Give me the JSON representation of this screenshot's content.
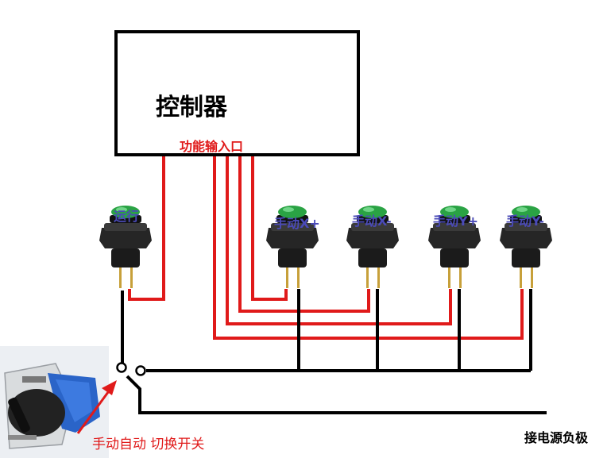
{
  "controller": {
    "title": "控制器",
    "port_label": "功能输入口"
  },
  "buttons": [
    {
      "label": "运行"
    },
    {
      "label": "手动X+"
    },
    {
      "label": "手动X-"
    },
    {
      "label": "手动Y+"
    },
    {
      "label": "手动Y-"
    }
  ],
  "switch": {
    "label": "手动自动 切换开关"
  },
  "ground": {
    "label": "接电源负极"
  },
  "colors": {
    "signal_wire": "#e01a1a",
    "common_wire": "#000000",
    "button_cap": "#2aa344",
    "label_blue": "#4a4ab8",
    "switch_blue": "#2a64c8"
  }
}
